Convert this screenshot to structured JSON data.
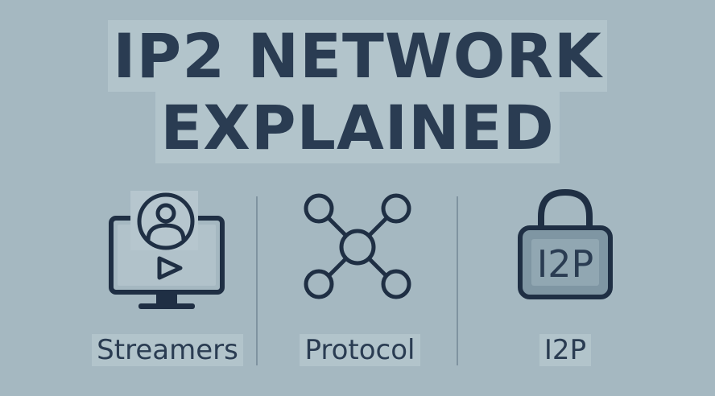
{
  "title": {
    "line1": "IP2 NETWORK",
    "line2": "EXPLAINED"
  },
  "columns": [
    {
      "caption": "Streamers",
      "icon": "monitor-user-play-icon"
    },
    {
      "caption": "Protocol",
      "icon": "network-nodes-icon"
    },
    {
      "caption": "I2P",
      "icon": "padlock-icon",
      "icon_label": "I2P"
    }
  ],
  "colors": {
    "background": "#a5b8c1",
    "ink": "#2a3c52",
    "divider": "#7f93a0"
  }
}
